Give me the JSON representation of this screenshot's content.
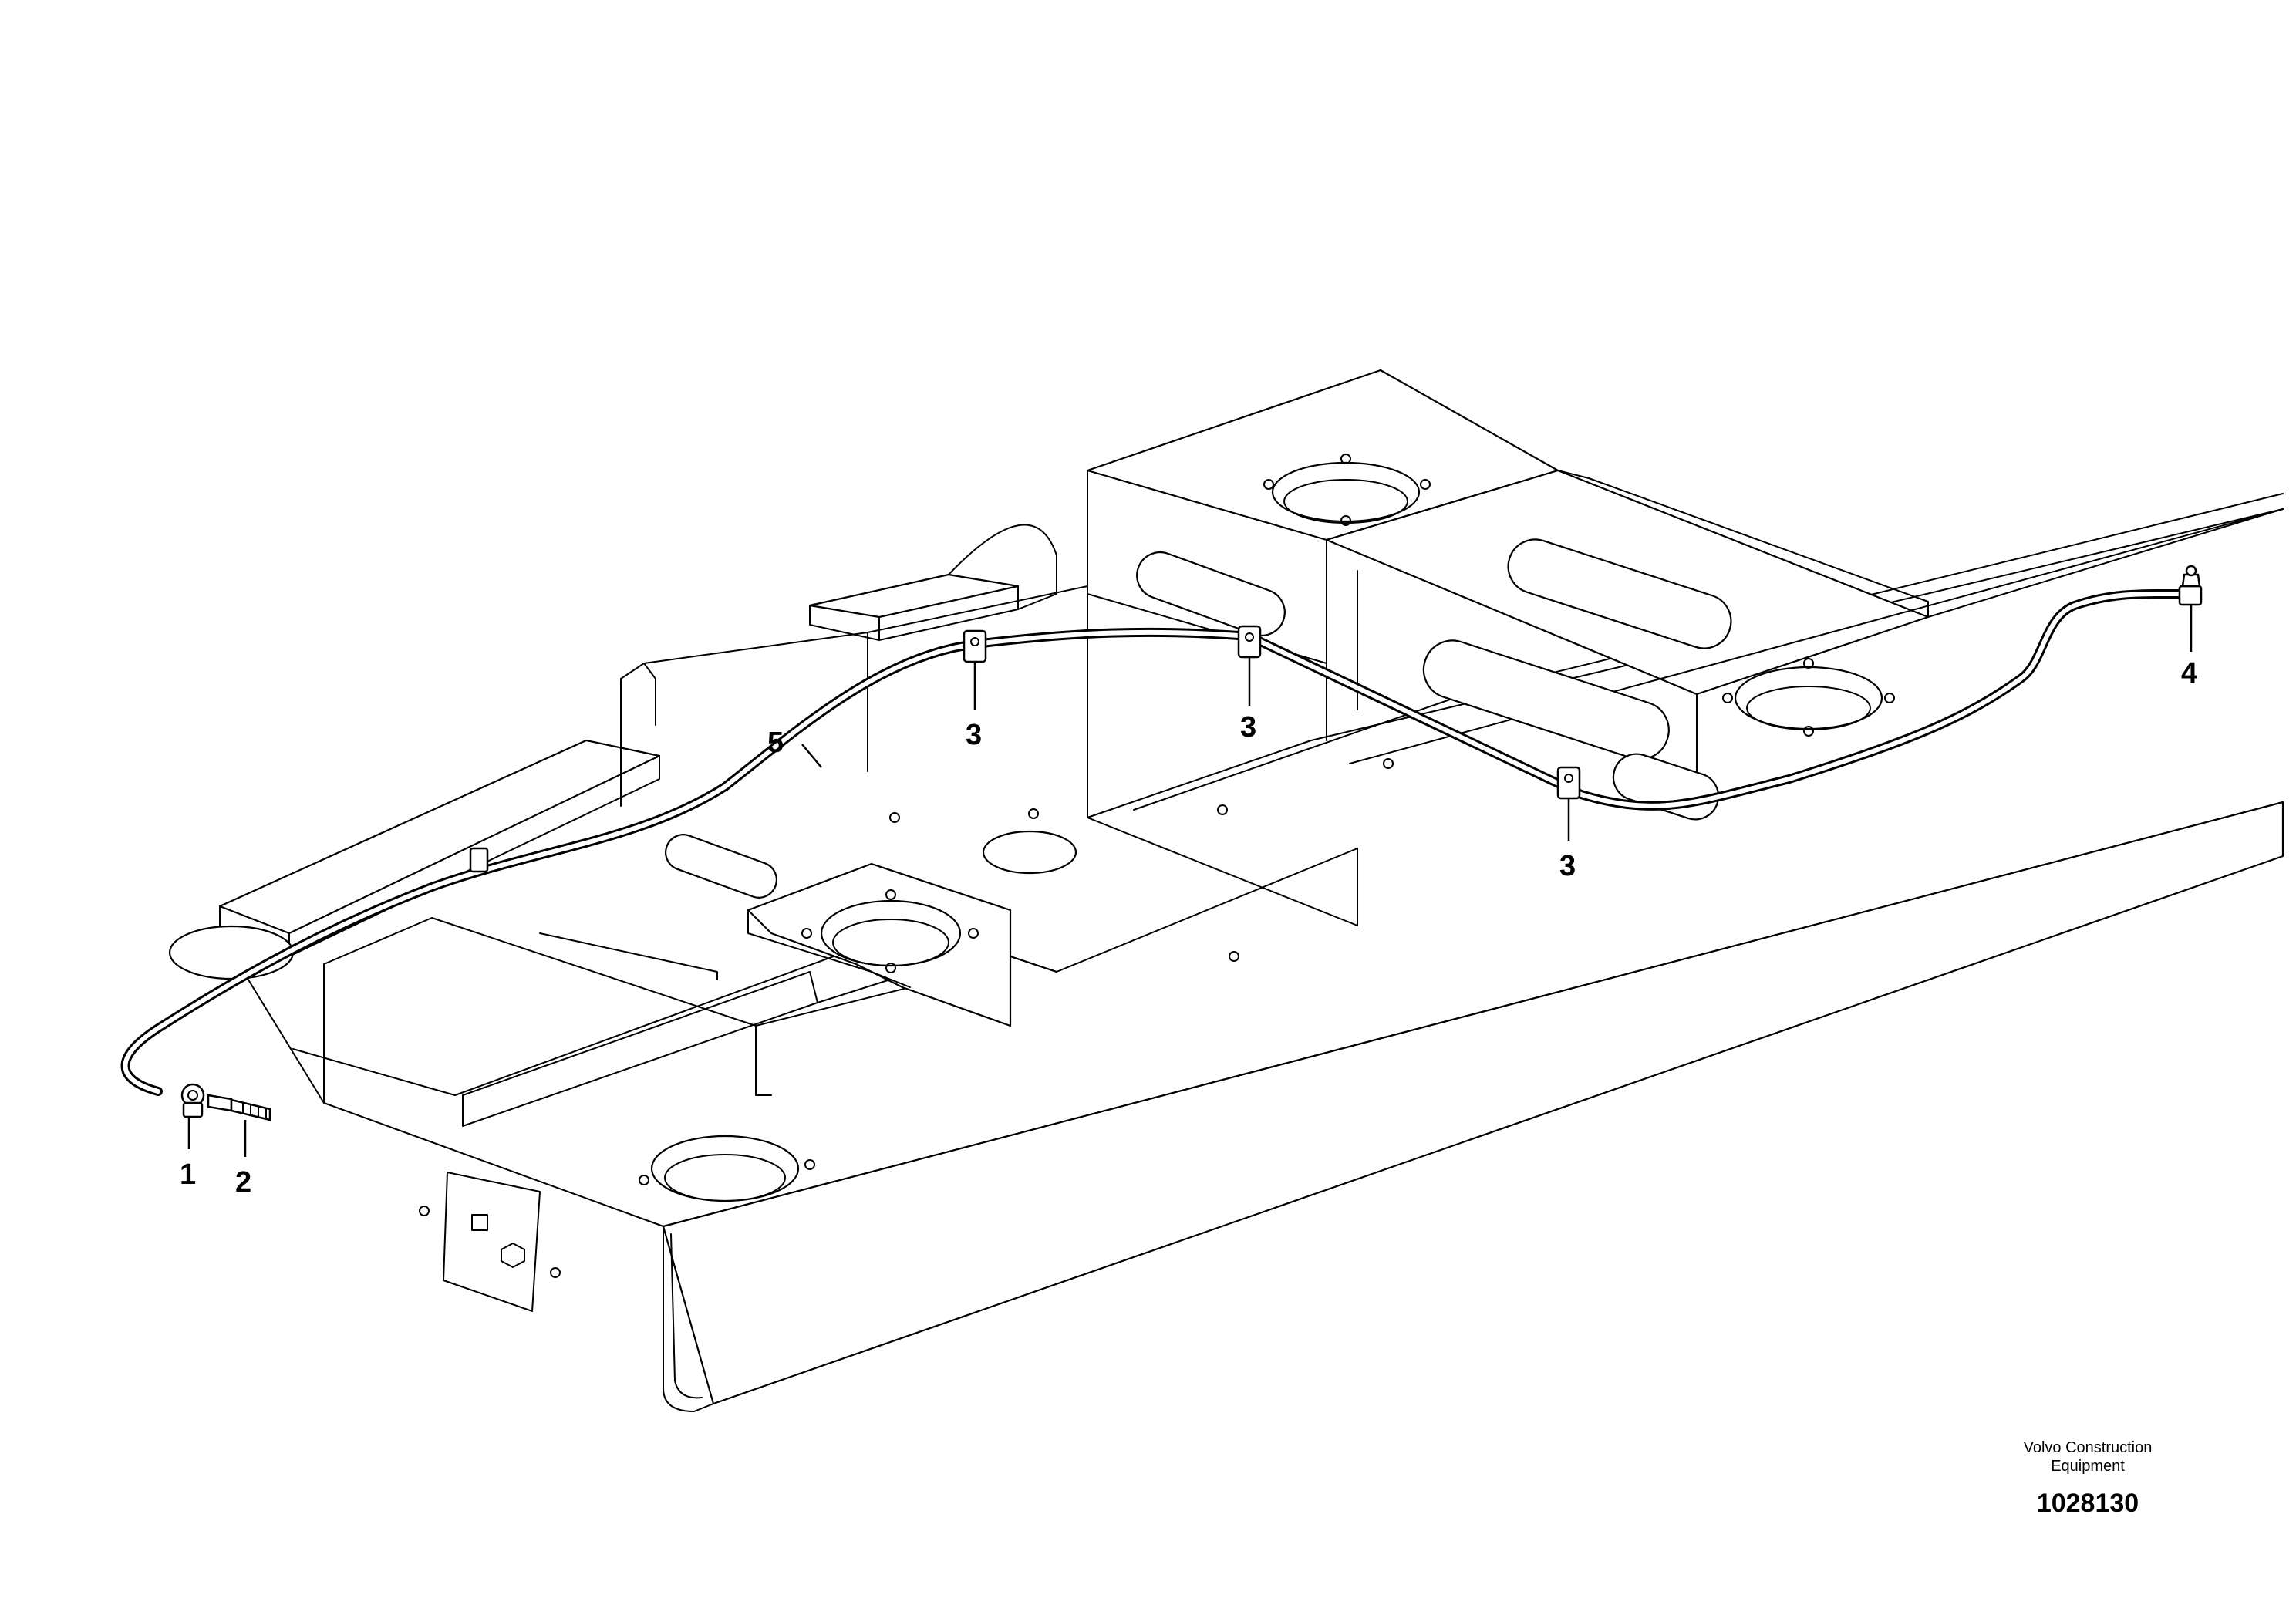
{
  "callouts": {
    "c1": "1",
    "c2": "2",
    "c3a": "3",
    "c3b": "3",
    "c3c": "3",
    "c4": "4",
    "c5": "5"
  },
  "caption": {
    "manufacturer": "Volvo Construction\nEquipment",
    "drawing_number": "1028130"
  }
}
